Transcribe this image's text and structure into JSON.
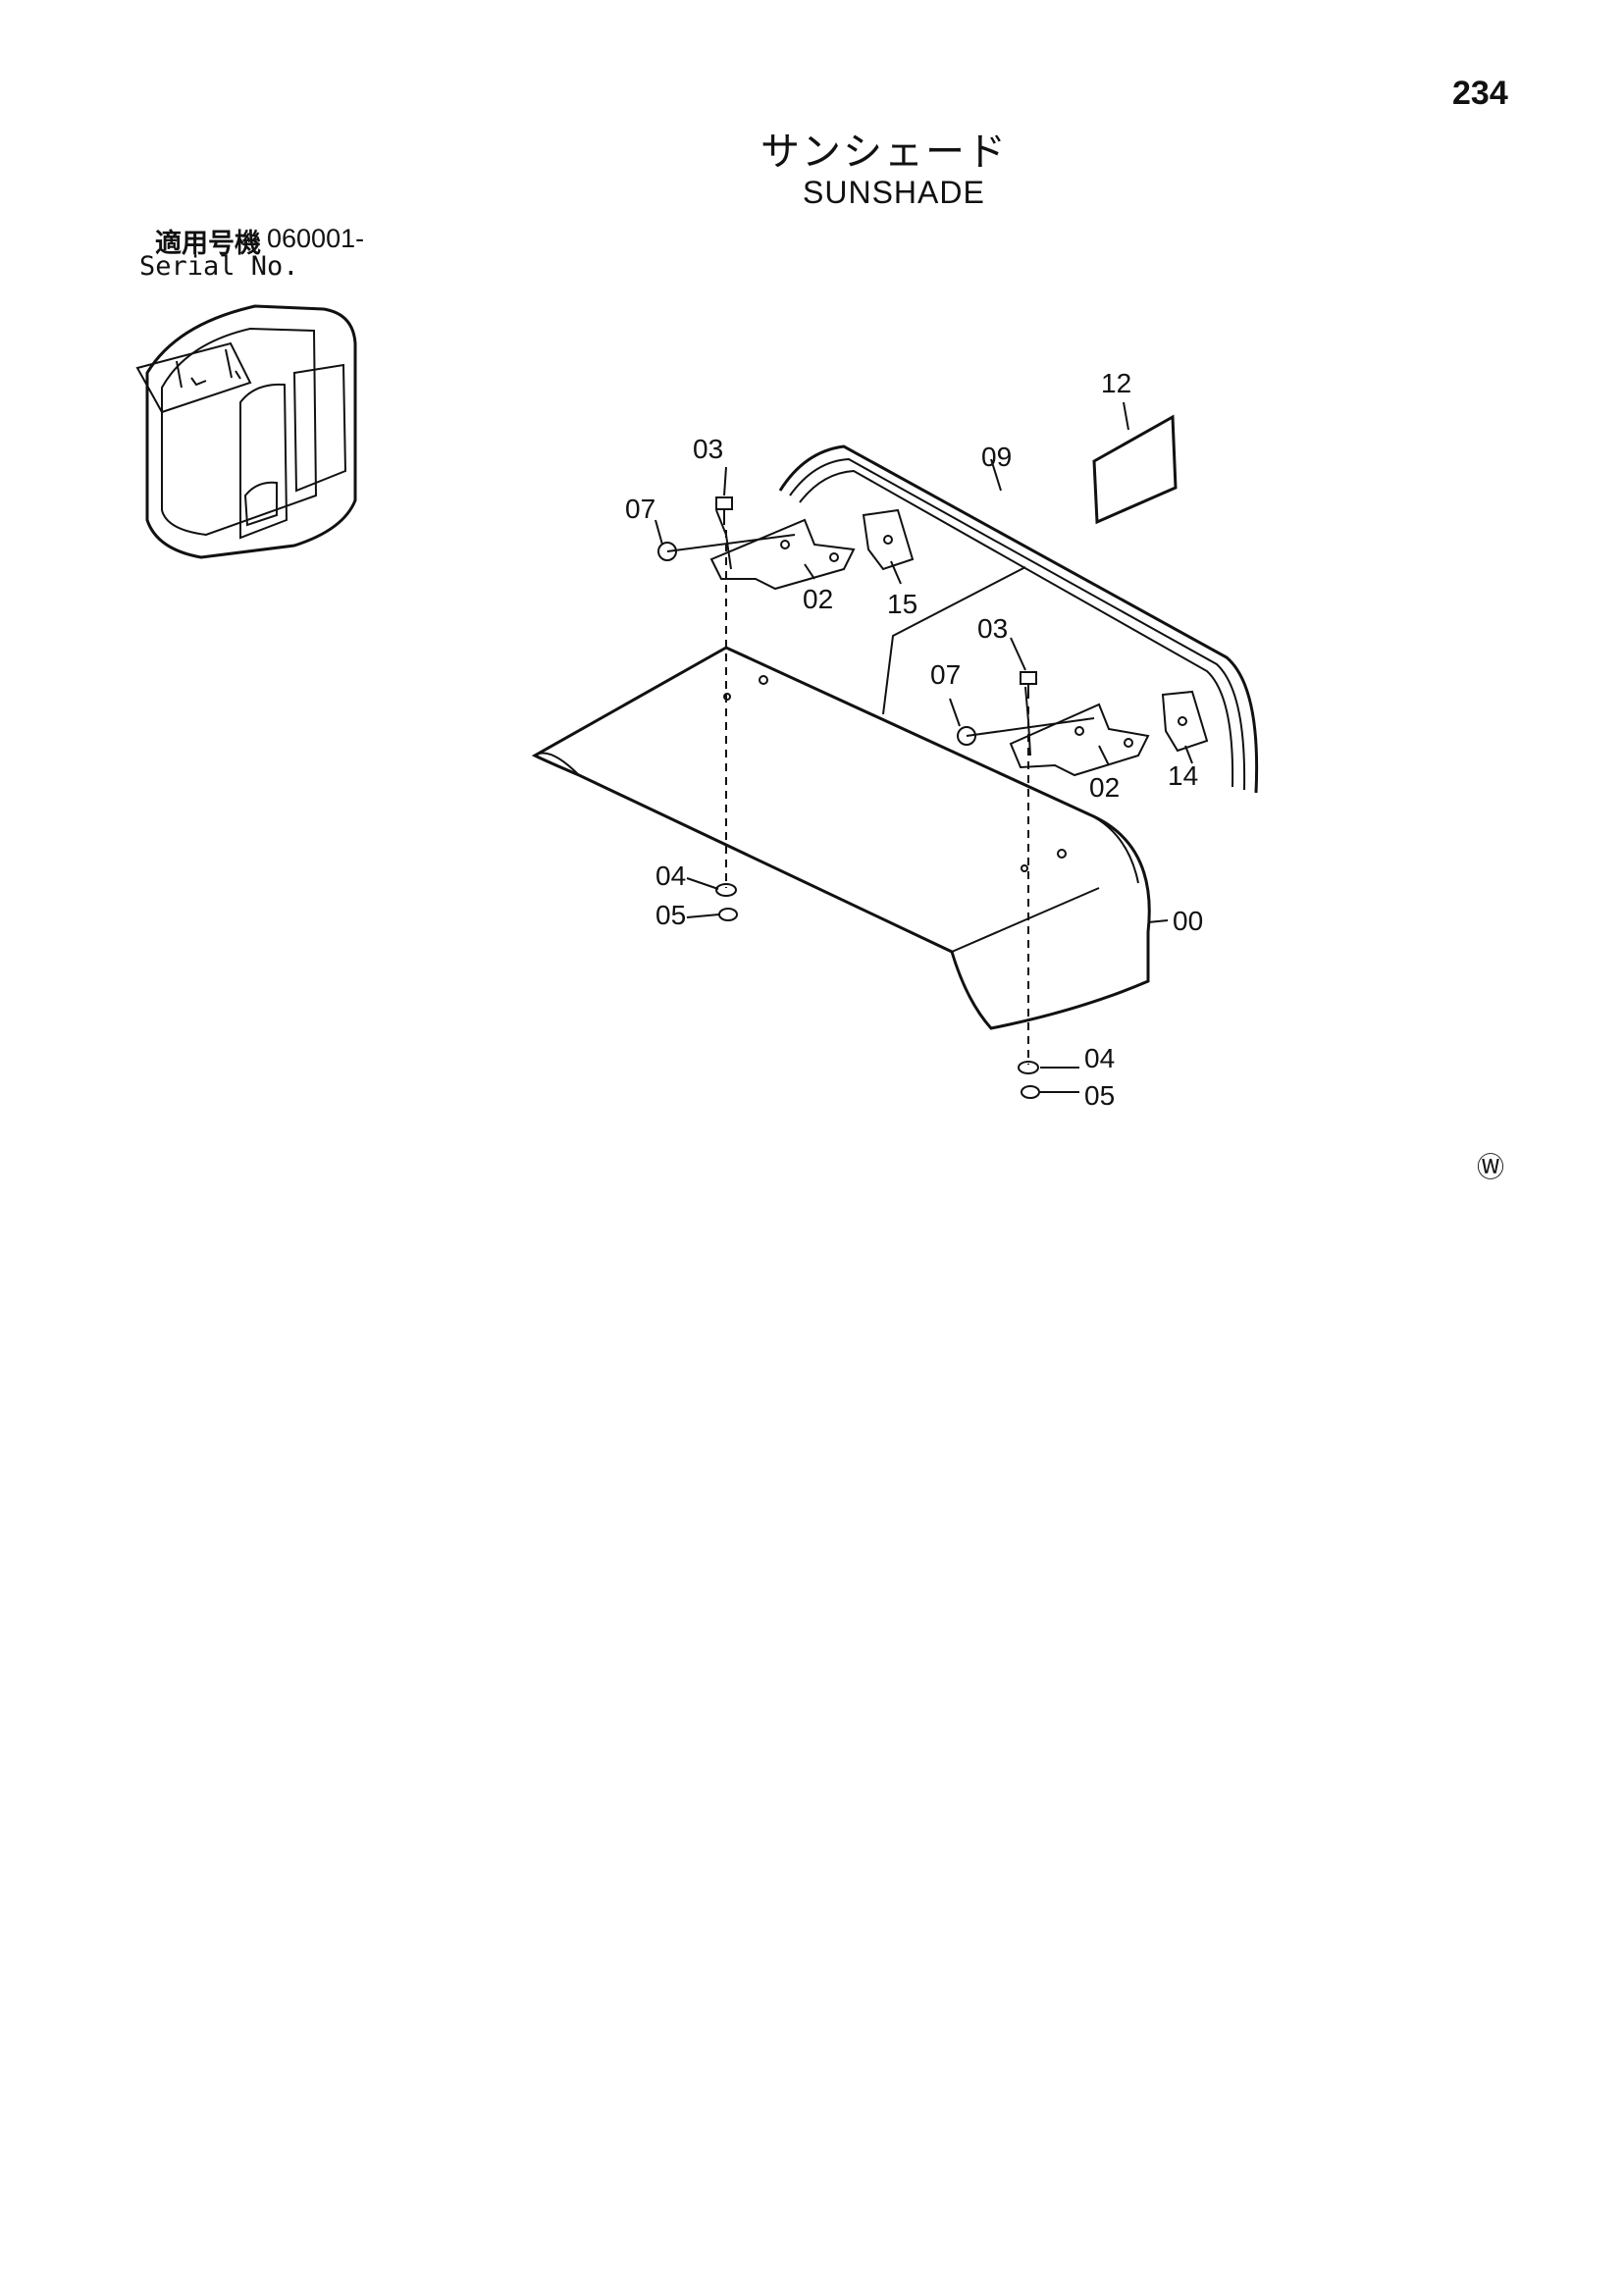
{
  "page": {
    "number": "234"
  },
  "title": {
    "japanese": "サンシェード",
    "english": "SUNSHADE"
  },
  "serial": {
    "label_jp": "適用号機",
    "value": "060001-",
    "label_en": "Serial No."
  },
  "mark": "Ⓦ",
  "callouts": {
    "c00": "00",
    "c02a": "02",
    "c02b": "02",
    "c03a": "03",
    "c03b": "03",
    "c04a": "04",
    "c04b": "04",
    "c05a": "05",
    "c05b": "05",
    "c07a": "07",
    "c07b": "07",
    "c09": "09",
    "c12": "12",
    "c14": "14",
    "c15": "15"
  }
}
